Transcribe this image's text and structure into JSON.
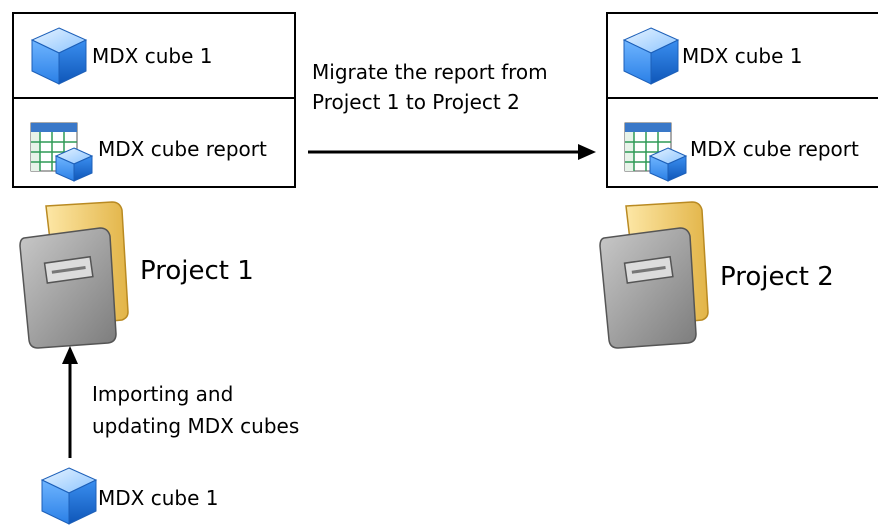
{
  "source_project": {
    "cube_label": "MDX cube 1",
    "report_label": "MDX cube report",
    "project_label": "Project 1"
  },
  "target_project": {
    "cube_label": "MDX cube 1",
    "report_label": "MDX cube report",
    "project_label": "Project 2"
  },
  "migrate_caption": {
    "line1": "Migrate the report from",
    "line2": "Project 1 to Project 2"
  },
  "import_caption": {
    "line1": "Importing and",
    "line2": "updating MDX cubes"
  },
  "external_cube": {
    "label": "MDX cube 1"
  },
  "colors": {
    "cube_top": "#bfe0ff",
    "cube_left": "#4a9cf0",
    "cube_right": "#1f6fd6",
    "folder_tab": "#f2cf6a",
    "folder_cover": "#a8a8a8",
    "grid_header": "#3a78c8",
    "grid_line": "#2f9a56"
  },
  "icons": [
    "cube-icon",
    "report-grid-icon",
    "project-folder-icon",
    "arrow-right",
    "arrow-up"
  ]
}
